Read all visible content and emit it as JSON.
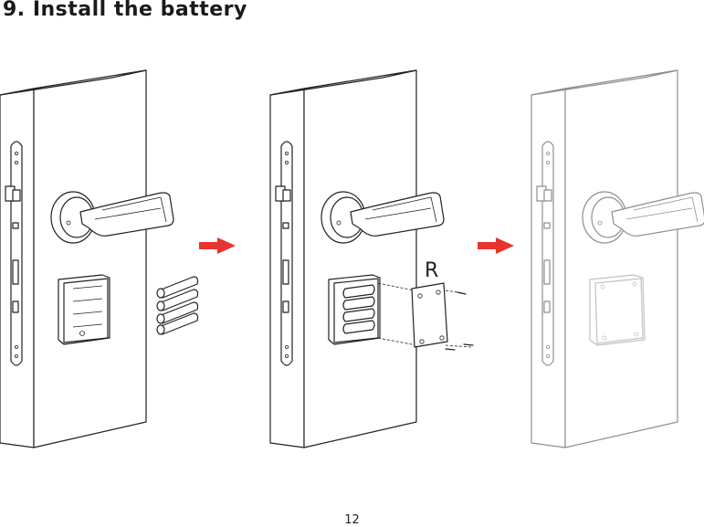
{
  "header": {
    "title": "9. Install the battery"
  },
  "steps": [
    {
      "label": ""
    },
    {
      "label": "R"
    },
    {
      "label": ""
    }
  ],
  "arrow_color": "#e8342e",
  "footer": {
    "page_number": "12"
  }
}
